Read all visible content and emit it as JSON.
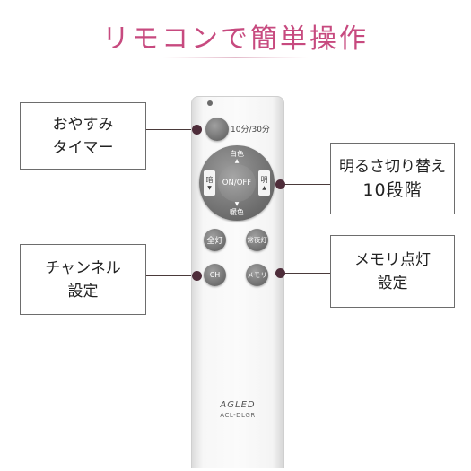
{
  "title": "リモコンで簡単操作",
  "callouts": {
    "timer": [
      "おやすみ",
      "タイマー"
    ],
    "brightness": [
      "明るさ切り替え",
      "10段階"
    ],
    "channel": [
      "チャンネル",
      "設定"
    ],
    "memory": [
      "メモリ点灯",
      "設定"
    ]
  },
  "remote": {
    "timer_label": "10分/30分",
    "dpad": {
      "up": "白色",
      "down": "暖色",
      "left": "暗",
      "right": "明",
      "center": "ON/OFF"
    },
    "buttons": {
      "full": "全灯",
      "night": "常夜灯",
      "ch": "CH",
      "memory": "メモリ"
    },
    "brand": "AGLED",
    "model": "ACL-DLGR"
  },
  "colors": {
    "title": "#c74a7f",
    "button": "#6e6e6e",
    "connector": "#4e2d3a"
  }
}
